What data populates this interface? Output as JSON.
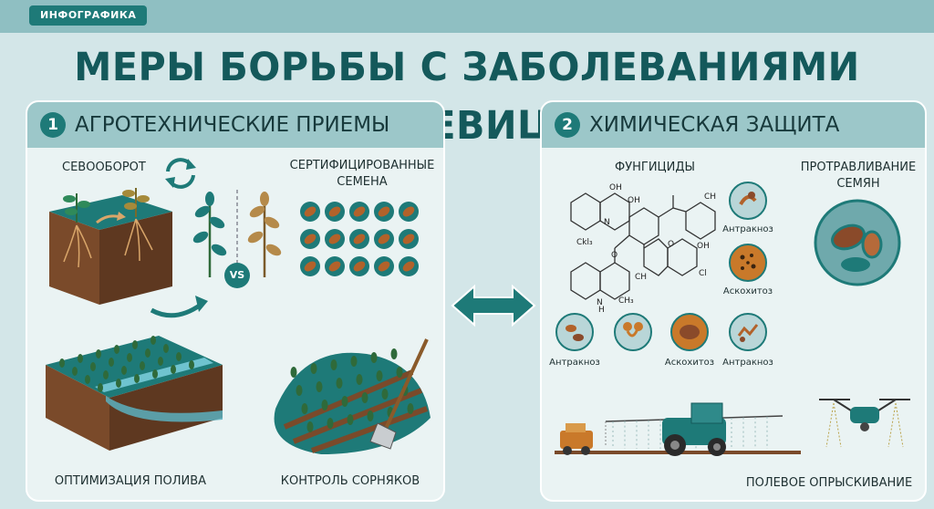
{
  "badge": "ИНФОГРАФИКА",
  "title": "МЕРЫ БОРЬБЫ С ЗАБОЛЕВАНИЯМИ ЧЕЧЕВИЦЫ",
  "left_panel": {
    "number": "1",
    "title": "АГРОТЕХНИЧЕСКИЕ ПРИЕМЫ",
    "crop_rotation": "СЕВООБОРОТ",
    "vs": "VS",
    "certified_seeds_line1": "СЕРТИФИЦИРОВАННЫЕ",
    "certified_seeds_line2": "СЕМЕНА",
    "irrigation": "ОПТИМИЗАЦИЯ ПОЛИВА",
    "weed_control": "КОНТРОЛЬ СОРНЯКОВ"
  },
  "right_panel": {
    "number": "2",
    "title": "ХИМИЧЕСКАЯ ЗАЩИТА",
    "fungicides": "ФУНГИЦИДЫ",
    "seed_treatment_line1": "ПРОТРАВЛИВАНИЕ",
    "seed_treatment_line2": "СЕМЯН",
    "field_spraying": "ПОЛЕВОЕ ОПРЫСКИВАНИЕ",
    "chem": {
      "oh1": "OH",
      "oh2": "OH",
      "ch3a": "CH",
      "n1": "N",
      "ck": "Ckl₃",
      "o1": "O",
      "ch3b": "CH",
      "n2": "N",
      "h": "H",
      "ch3c": "CH₃",
      "o2": "O",
      "oh3": "OH",
      "cl": "Cl"
    },
    "diseases": {
      "top1": "Антракноз",
      "top2": "Аскохитоз",
      "bottom1": "Антракноз",
      "bottom2": "Аскохитоз",
      "bottom3": "Антракноз"
    }
  },
  "colors": {
    "teal_dark": "#14595b",
    "teal": "#1e7a78",
    "soil": "#7a4a2a",
    "panel_head": "#9cc7c9",
    "background": "#d3e6e8"
  }
}
